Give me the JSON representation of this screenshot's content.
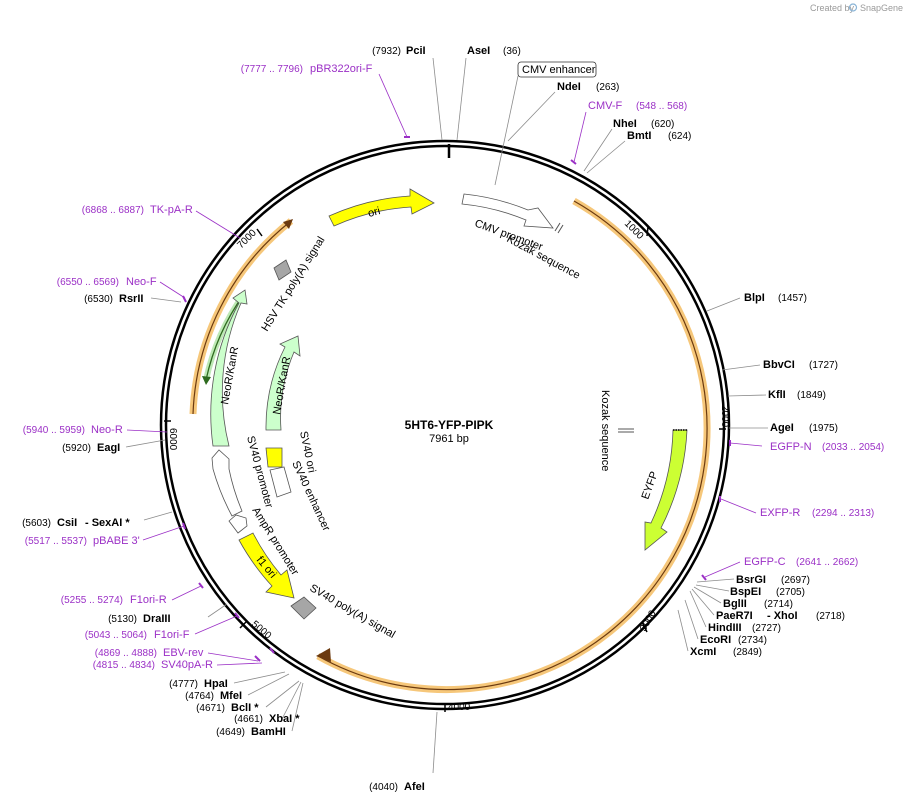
{
  "credit": {
    "prefix": "Created by",
    "brand": "SnapGene"
  },
  "plasmid": {
    "name": "5HT6-YFP-PIPK",
    "length": "7961 bp"
  },
  "ticks": [
    "1000",
    "2000",
    "3000",
    "4000",
    "5000",
    "6000",
    "7000"
  ],
  "enzymes": [
    {
      "name": "PciI",
      "pos": "(7932)"
    },
    {
      "name": "AseI",
      "pos": "(36)"
    },
    {
      "name": "NdeI",
      "pos": "(263)"
    },
    {
      "name": "NheI",
      "pos": "(620)"
    },
    {
      "name": "BmtI",
      "pos": "(624)"
    },
    {
      "name": "BlpI",
      "pos": "(1457)"
    },
    {
      "name": "BbvCI",
      "pos": "(1727)"
    },
    {
      "name": "KflI",
      "pos": "(1849)"
    },
    {
      "name": "AgeI",
      "pos": "(1975)"
    },
    {
      "name": "BsrGI",
      "pos": "(2697)"
    },
    {
      "name": "BspEI",
      "pos": "(2705)"
    },
    {
      "name": "BglII",
      "pos": "(2714)"
    },
    {
      "name": "PaeR7I",
      "pos": ""
    },
    {
      "name": "- XhoI",
      "pos": "(2718)"
    },
    {
      "name": "HindIII",
      "pos": "(2727)"
    },
    {
      "name": "EcoRI",
      "pos": "(2734)"
    },
    {
      "name": "XcmI",
      "pos": "(2849)"
    },
    {
      "name": "AfeI",
      "pos": "(4040)"
    },
    {
      "name": "BamHI",
      "pos": "(4649)"
    },
    {
      "name": "XbaI *",
      "pos": "(4661)"
    },
    {
      "name": "BclI *",
      "pos": "(4671)"
    },
    {
      "name": "MfeI",
      "pos": "(4764)"
    },
    {
      "name": "HpaI",
      "pos": "(4777)"
    },
    {
      "name": "DraIII",
      "pos": "(5130)"
    },
    {
      "name": "CsiI",
      "pos": "(5603)"
    },
    {
      "name": "- SexAI *",
      "pos": ""
    },
    {
      "name": "EagI",
      "pos": "(5920)"
    },
    {
      "name": "RsrII",
      "pos": "(6530)"
    }
  ],
  "primers": [
    {
      "name": "pBR322ori-F",
      "range": "(7777 .. 7796)"
    },
    {
      "name": "CMV-F",
      "range": "(548 .. 568)"
    },
    {
      "name": "EGFP-N",
      "range": "(2033 .. 2054)"
    },
    {
      "name": "EXFP-R",
      "range": "(2294 .. 2313)"
    },
    {
      "name": "EGFP-C",
      "range": "(2641 .. 2662)"
    },
    {
      "name": "TK-pA-R",
      "range": "(6868 .. 6887)"
    },
    {
      "name": "Neo-F",
      "range": "(6550 .. 6569)"
    },
    {
      "name": "Neo-R",
      "range": "(5940 .. 5959)"
    },
    {
      "name": "pBABE 3'",
      "range": "(5517 .. 5537)"
    },
    {
      "name": "F1ori-R",
      "range": "(5255 .. 5274)"
    },
    {
      "name": "F1ori-F",
      "range": "(5043 .. 5064)"
    },
    {
      "name": "EBV-rev",
      "range": "(4869 .. 4888)"
    },
    {
      "name": "SV40pA-R",
      "range": "(4815 .. 4834)"
    }
  ],
  "features": {
    "cmv_enhancer": "CMV enhancer",
    "cmv_promoter": "CMV promoter",
    "kozak_outer": "Kozak sequence",
    "kozak_inner": "Kozak sequence",
    "eyfp": "EYFP",
    "ori": "ori",
    "hsv_tk": "HSV TK poly(A) signal",
    "neo_inner": "NeoR/KanR",
    "neo_outer": "NeoR/KanR",
    "sv40_ori": "SV40 ori",
    "sv40_enh": "SV40 enhancer",
    "sv40_prom": "SV40 promoter",
    "ampr_prom": "AmpR promoter",
    "f1_ori": "f1 ori",
    "sv40_polya": "SV40 poly(A) signal"
  },
  "colors": {
    "backbone": "#000000",
    "orf_glow": "#f5c16c",
    "orf_line": "#6b3a10",
    "yellow": "#ffff00",
    "eyfp": "#ccff33",
    "neo": "#ccffcc",
    "gray": "#a6a6a6",
    "primer": "#9b30c6",
    "leader": "#8c8c8c"
  }
}
